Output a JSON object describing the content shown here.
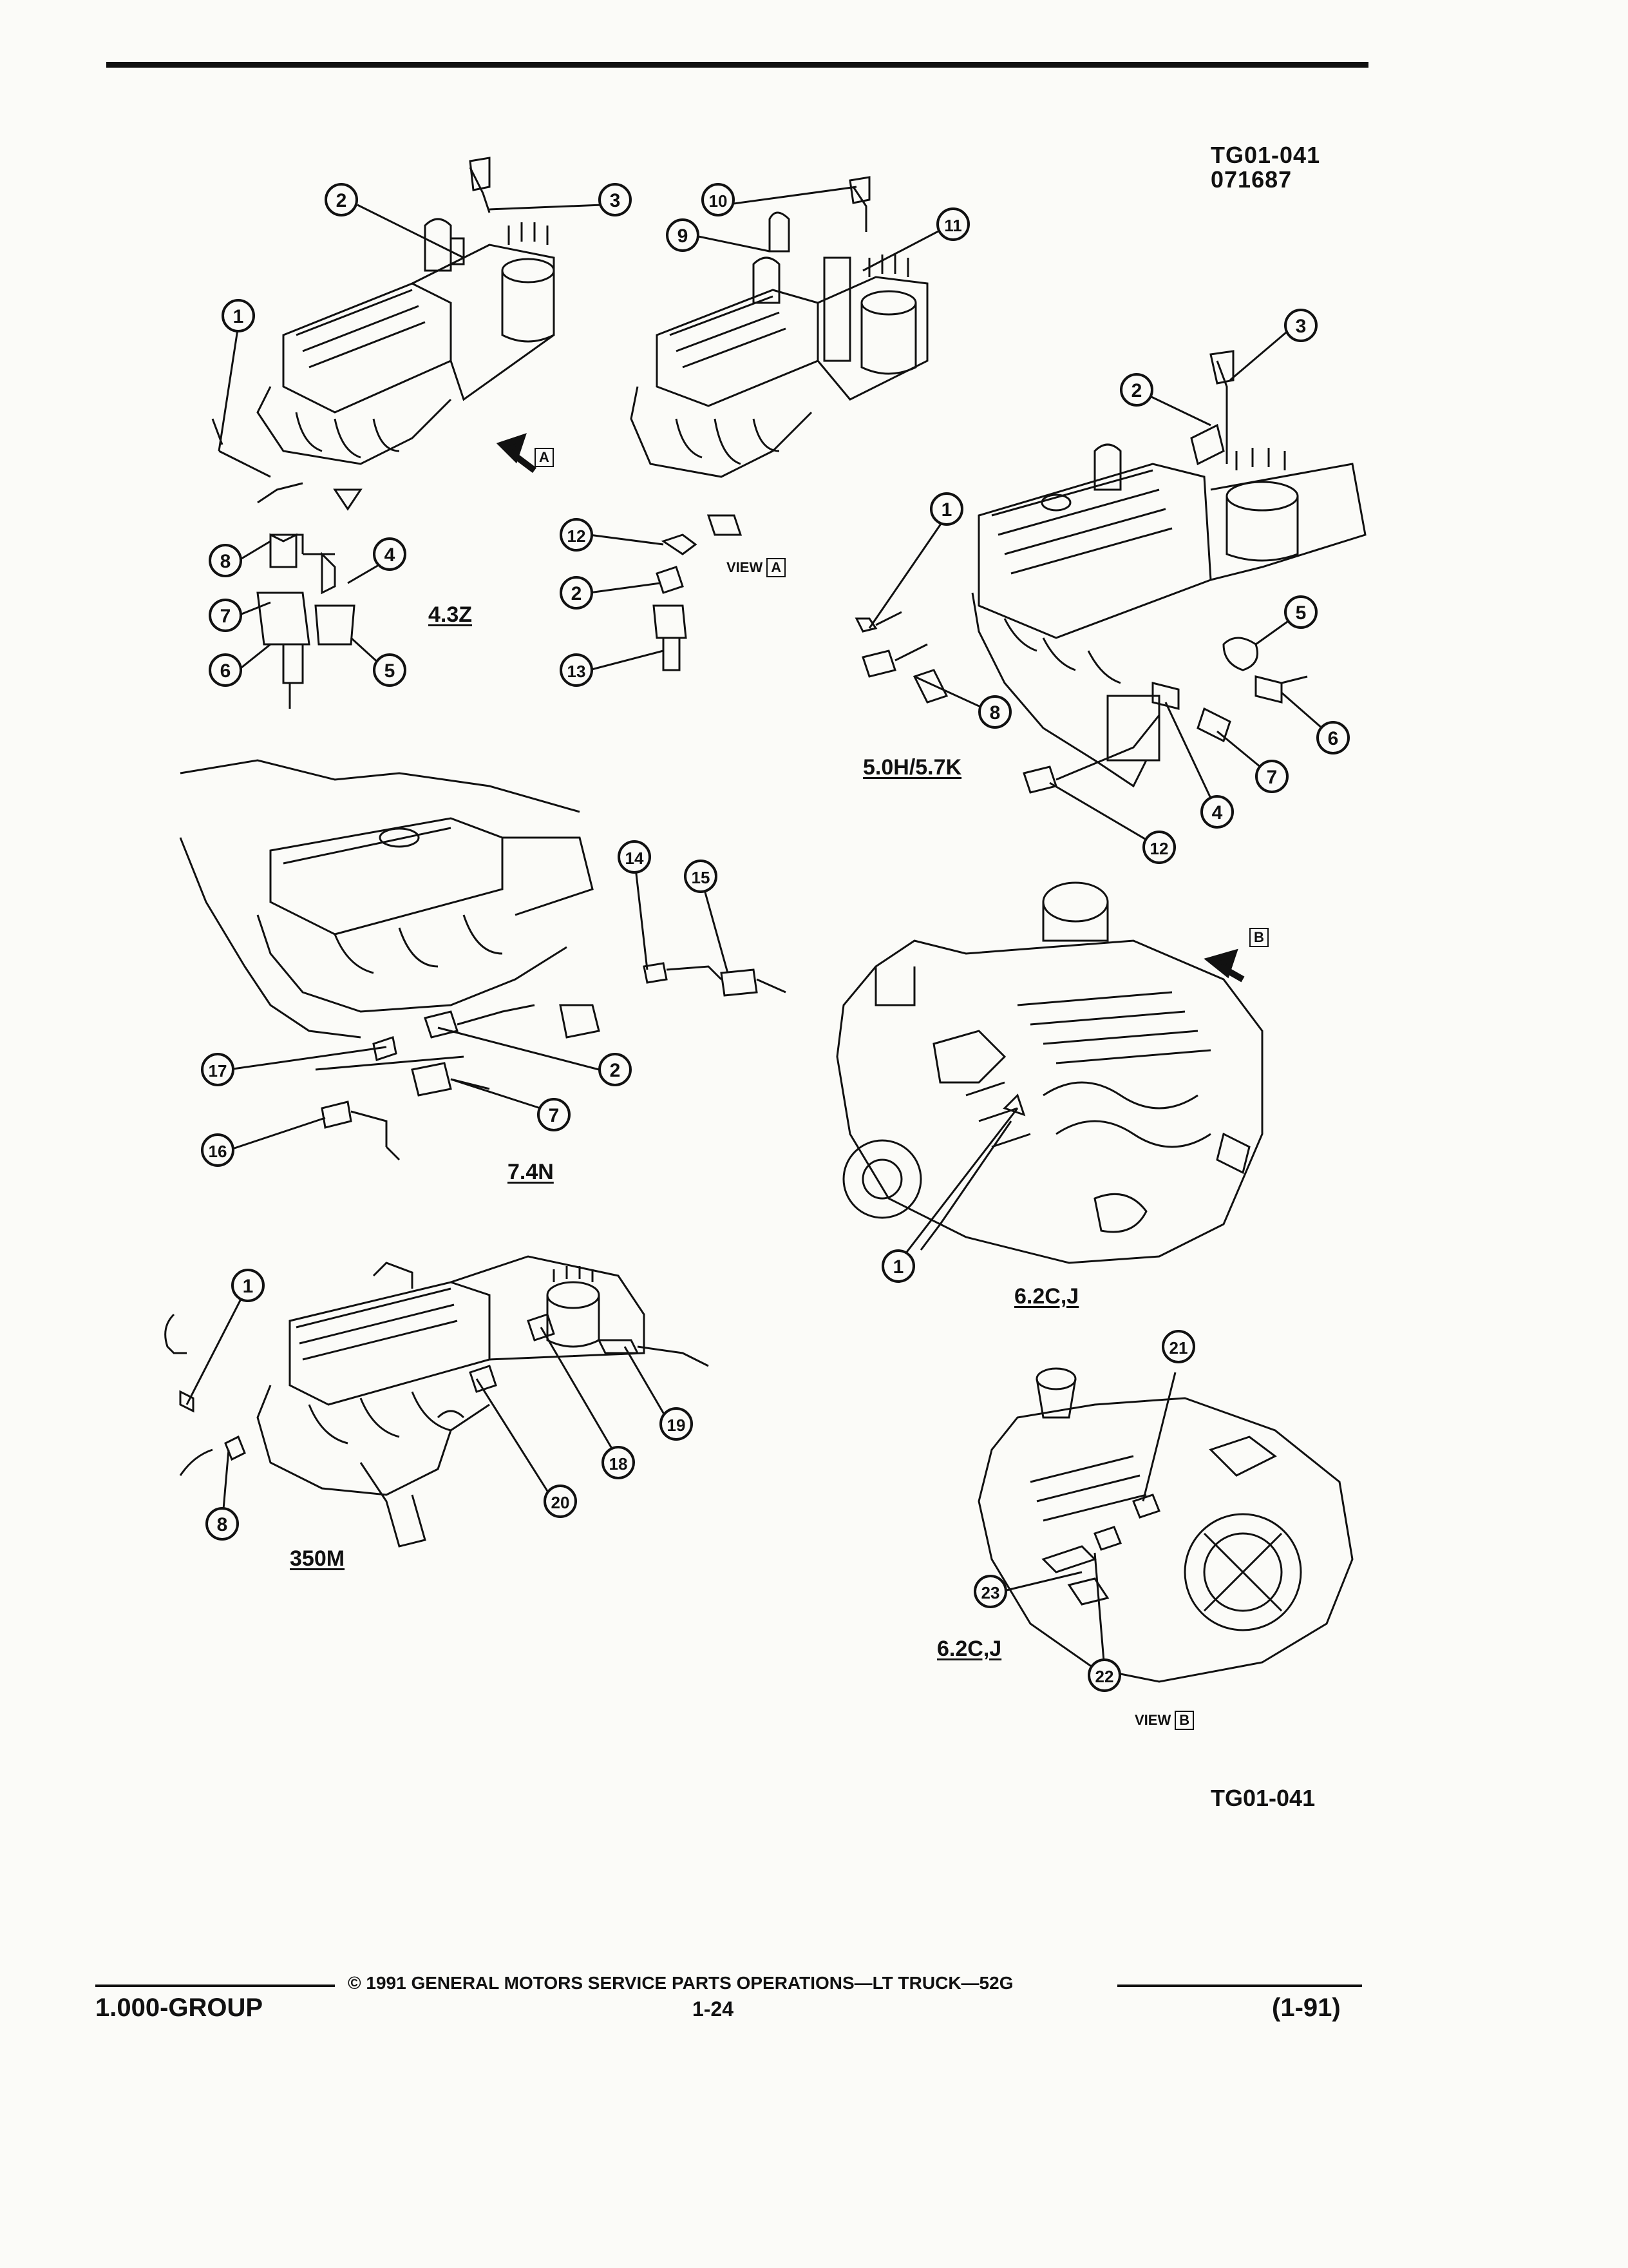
{
  "header": {
    "ref_code": "TG01-041",
    "ref_date": "071687"
  },
  "diagrams": [
    {
      "id": "4-3z",
      "label": "4.3Z",
      "callouts": [
        "1",
        "2",
        "3",
        "4",
        "5",
        "6",
        "7",
        "8"
      ]
    },
    {
      "id": "view-a",
      "view_text": "VIEW",
      "view_letter": "A",
      "callouts": [
        "2",
        "9",
        "10",
        "11",
        "12",
        "13"
      ]
    },
    {
      "id": "5-0h-5-7k",
      "label": "5.0H/5.7K",
      "callouts": [
        "1",
        "2",
        "3",
        "4",
        "5",
        "6",
        "7",
        "8",
        "12"
      ]
    },
    {
      "id": "7-4n",
      "label": "7.4N",
      "callouts": [
        "2",
        "7",
        "14",
        "15",
        "16",
        "17"
      ]
    },
    {
      "id": "6-2cj-top",
      "label": "6.2C,J",
      "callouts": [
        "1"
      ]
    },
    {
      "id": "350m",
      "label": "350M",
      "callouts": [
        "1",
        "8",
        "18",
        "19",
        "20"
      ]
    },
    {
      "id": "6-2cj-bottom",
      "label": "6.2C,J",
      "view_text": "VIEW",
      "view_letter": "B",
      "callouts": [
        "21",
        "22",
        "23"
      ]
    }
  ],
  "arrows": {
    "a": "A",
    "b": "B"
  },
  "bottom_ref": "TG01-041",
  "footer": {
    "copyright": "© 1991 GENERAL MOTORS SERVICE PARTS OPERATIONS—LT TRUCK—52G",
    "group": "1.000-GROUP",
    "page": "1-24",
    "date": "(1-91)"
  }
}
